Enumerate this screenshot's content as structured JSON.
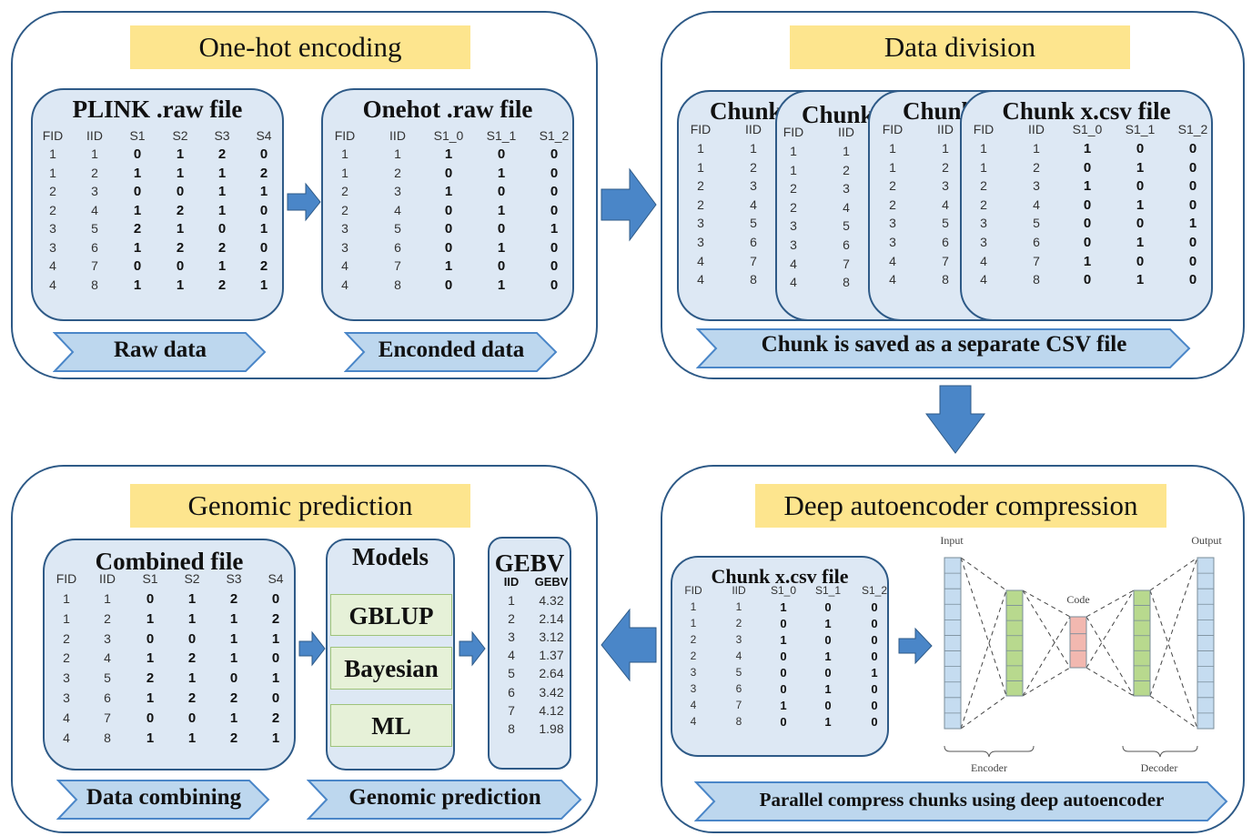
{
  "panels": {
    "onehot": {
      "title": "One-hot encoding"
    },
    "division": {
      "title": "Data division"
    },
    "genomic": {
      "title": "Genomic prediction"
    },
    "autoencoder": {
      "title": "Deep autoencoder compression"
    }
  },
  "tables": {
    "plink": {
      "title": "PLINK .raw file",
      "headers": [
        "FID",
        "IID",
        "S1",
        "S2",
        "S3",
        "S4"
      ],
      "rows": [
        [
          "1",
          "1",
          "0",
          "1",
          "2",
          "0"
        ],
        [
          "1",
          "2",
          "1",
          "1",
          "1",
          "2"
        ],
        [
          "2",
          "3",
          "0",
          "0",
          "1",
          "1"
        ],
        [
          "2",
          "4",
          "1",
          "2",
          "1",
          "0"
        ],
        [
          "3",
          "5",
          "2",
          "1",
          "0",
          "1"
        ],
        [
          "3",
          "6",
          "1",
          "2",
          "2",
          "0"
        ],
        [
          "4",
          "7",
          "0",
          "0",
          "1",
          "2"
        ],
        [
          "4",
          "8",
          "1",
          "1",
          "2",
          "1"
        ]
      ]
    },
    "onehot": {
      "title": "Onehot .raw file",
      "headers": [
        "FID",
        "IID",
        "S1_0",
        "S1_1",
        "S1_2"
      ],
      "rows": [
        [
          "1",
          "1",
          "1",
          "0",
          "0"
        ],
        [
          "1",
          "2",
          "0",
          "1",
          "0"
        ],
        [
          "2",
          "3",
          "1",
          "0",
          "0"
        ],
        [
          "2",
          "4",
          "0",
          "1",
          "0"
        ],
        [
          "3",
          "5",
          "0",
          "0",
          "1"
        ],
        [
          "3",
          "6",
          "0",
          "1",
          "0"
        ],
        [
          "4",
          "7",
          "1",
          "0",
          "0"
        ],
        [
          "4",
          "8",
          "0",
          "1",
          "0"
        ]
      ]
    },
    "chunk": {
      "title": "Chunk x.csv file",
      "back_title": "Chunk",
      "headers": [
        "FID",
        "IID",
        "S1_0",
        "S1_1",
        "S1_2"
      ],
      "rows": [
        [
          "1",
          "1",
          "1",
          "0",
          "0"
        ],
        [
          "1",
          "2",
          "0",
          "1",
          "0"
        ],
        [
          "2",
          "3",
          "1",
          "0",
          "0"
        ],
        [
          "2",
          "4",
          "0",
          "1",
          "0"
        ],
        [
          "3",
          "5",
          "0",
          "0",
          "1"
        ],
        [
          "3",
          "6",
          "0",
          "1",
          "0"
        ],
        [
          "4",
          "7",
          "1",
          "0",
          "0"
        ],
        [
          "4",
          "8",
          "0",
          "1",
          "0"
        ]
      ]
    },
    "combined": {
      "title": "Combined file",
      "headers": [
        "FID",
        "IID",
        "S1",
        "S2",
        "S3",
        "S4"
      ],
      "rows": [
        [
          "1",
          "1",
          "0",
          "1",
          "2",
          "0"
        ],
        [
          "1",
          "2",
          "1",
          "1",
          "1",
          "2"
        ],
        [
          "2",
          "3",
          "0",
          "0",
          "1",
          "1"
        ],
        [
          "2",
          "4",
          "1",
          "2",
          "1",
          "0"
        ],
        [
          "3",
          "5",
          "2",
          "1",
          "0",
          "1"
        ],
        [
          "3",
          "6",
          "1",
          "2",
          "2",
          "0"
        ],
        [
          "4",
          "7",
          "0",
          "0",
          "1",
          "2"
        ],
        [
          "4",
          "8",
          "1",
          "1",
          "2",
          "1"
        ]
      ]
    },
    "gebv": {
      "title": "GEBV",
      "headers": [
        "IID",
        "GEBV"
      ],
      "rows": [
        [
          "1",
          "4.32"
        ],
        [
          "2",
          "2.14"
        ],
        [
          "3",
          "3.12"
        ],
        [
          "4",
          "1.37"
        ],
        [
          "5",
          "2.64"
        ],
        [
          "6",
          "3.42"
        ],
        [
          "7",
          "4.12"
        ],
        [
          "8",
          "1.98"
        ]
      ]
    }
  },
  "models": {
    "title": "Models",
    "items": [
      "GBLUP",
      "Bayesian",
      "ML"
    ]
  },
  "banners": {
    "raw": "Raw data",
    "encoded": "Enconded data",
    "chunk": "Chunk is saved as a separate CSV file",
    "combining": "Data combining",
    "genomic": "Genomic prediction",
    "compress": "Parallel compress chunks using deep autoencoder"
  },
  "autoencoder": {
    "input": "Input",
    "output": "Output",
    "code": "Code",
    "encoder": "Encoder",
    "decoder": "Decoder"
  },
  "colors": {
    "arrow": "#4a86c8",
    "panel_border": "#2e5a87",
    "title_bg": "#fde58e",
    "box_bg": "#dde8f4",
    "banner_bg": "#bdd7ee",
    "model_bg": "#e6f1d8",
    "input_layer": "#c5dcf0",
    "hidden_layer": "#b8d98e",
    "code_layer": "#f2b8b0"
  }
}
